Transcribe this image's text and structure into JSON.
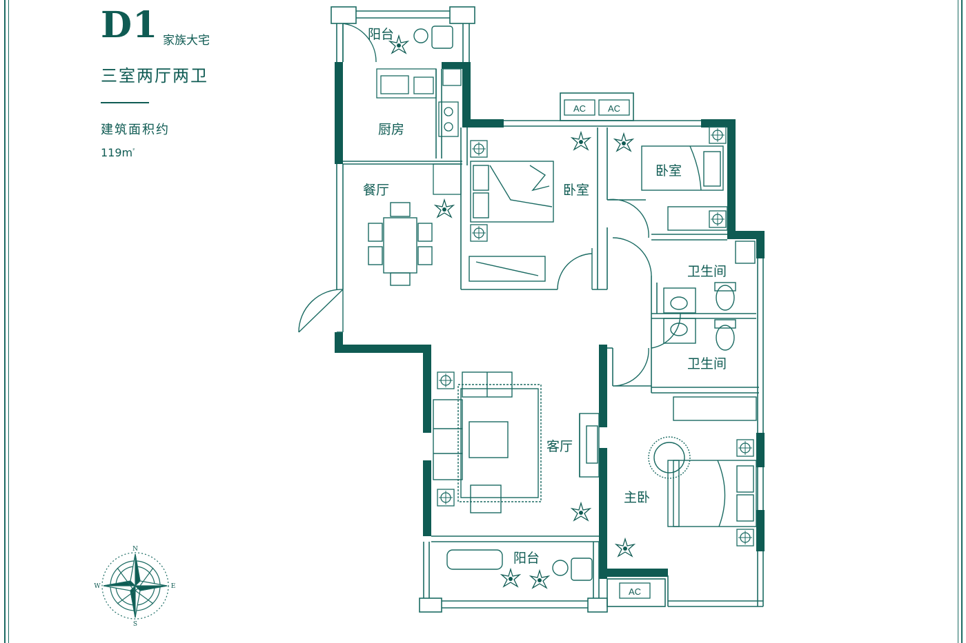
{
  "header": {
    "code": "D1",
    "tag": "家族大宅",
    "layout": "三室两厅两卫",
    "area_label": "建筑面积约",
    "area_value": "119m",
    "area_unit_sup": "²"
  },
  "rooms": {
    "balcony_north": "阳台",
    "kitchen": "厨房",
    "dining": "餐厅",
    "bedroom_middle": "卧室",
    "bedroom_east": "卧室",
    "bath_upper": "卫生间",
    "bath_lower": "卫生间",
    "living": "客厅",
    "master": "主卧",
    "balcony_south": "阳台"
  },
  "ac_units": [
    "AC",
    "AC",
    "AC"
  ],
  "compass": {
    "n": "N",
    "s": "S",
    "e": "E",
    "w": "W"
  },
  "colors": {
    "wall": "#0f5b53",
    "line": "#1a6a62",
    "background": "#ffffff"
  }
}
